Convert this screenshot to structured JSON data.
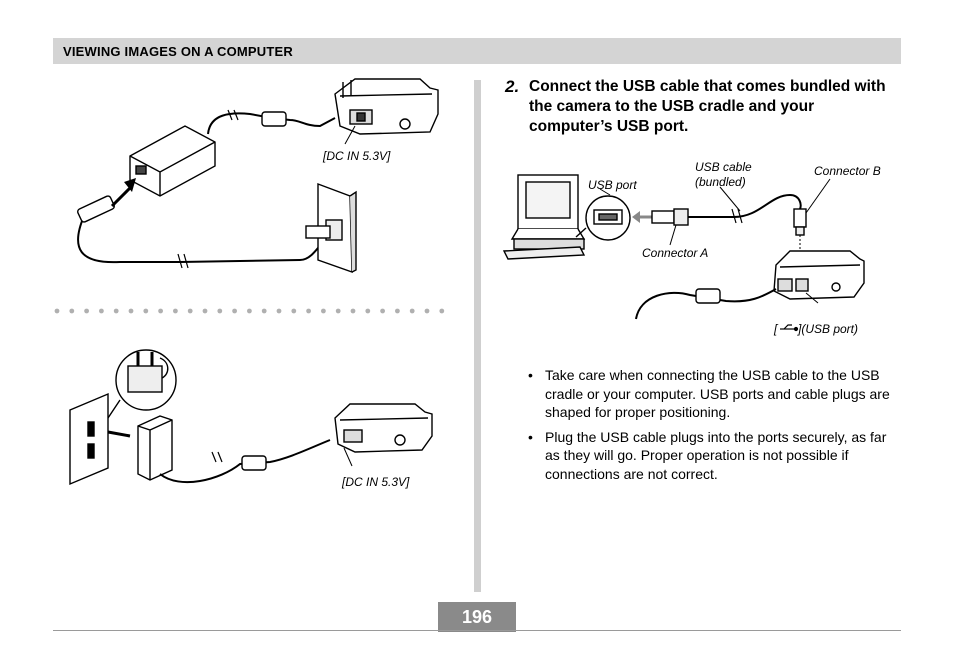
{
  "header": {
    "title": "VIEWING IMAGES ON A COMPUTER"
  },
  "left_labels": {
    "dc_in_top": "[DC IN 5.3V]",
    "dc_in_bottom": "[DC IN 5.3V]"
  },
  "step": {
    "number": "2.",
    "text": "Connect the USB cable that comes bundled with the camera to the USB cradle and your computer’s USB port."
  },
  "diagram_labels": {
    "usb_port": "USB port",
    "usb_cable_1": "USB cable",
    "usb_cable_2": "(bundled)",
    "connector_b": "Connector B",
    "connector_a": "Connector A",
    "usb_port_icon_open": "[",
    "usb_port_icon_close": "](USB port)"
  },
  "bullets": [
    "Take care when connecting the USB cable to the USB cradle or your computer. USB ports and cable plugs are shaped for proper positioning.",
    "Plug the USB cable plugs into the ports securely, as far as they will go. Proper operation is not possible if connections are not correct."
  ],
  "bullet_glyph": "•",
  "page_number": "196"
}
